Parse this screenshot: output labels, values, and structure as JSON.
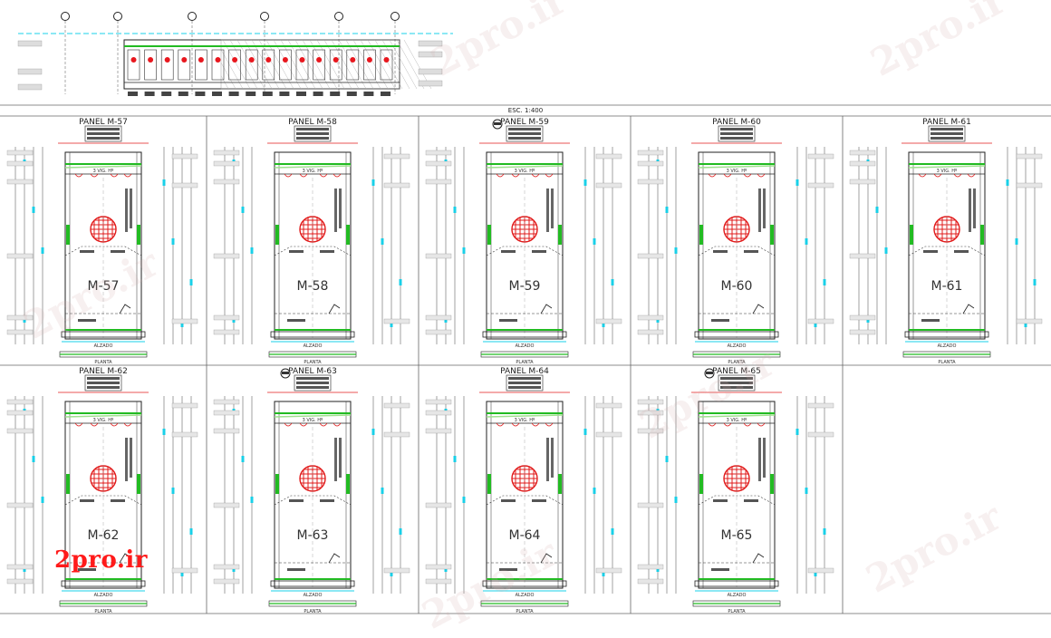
{
  "scale_label": "ESC. 1:400",
  "watermark": "2pro.ir",
  "colors": {
    "line": "#333333",
    "accent_red": "#e8171e",
    "green": "#22bb22",
    "cyan": "#19d0e8",
    "grid_red": "#e11b1b",
    "lightgreen": "#9fe08f"
  },
  "panels": [
    {
      "title": "PANEL M-57",
      "label": "M-57",
      "alzado": "ALZADO",
      "planta": "PLANTA"
    },
    {
      "title": "PANEL M-58",
      "label": "M-58",
      "alzado": "ALZADO",
      "planta": "PLANTA"
    },
    {
      "title": "PANEL M-59",
      "label": "M-59",
      "alzado": "ALZADO",
      "planta": "PLANTA"
    },
    {
      "title": "PANEL M-60",
      "label": "M-60",
      "alzado": "ALZADO",
      "planta": "PLANTA"
    },
    {
      "title": "PANEL M-61",
      "label": "M-61",
      "alzado": "ALZADO",
      "planta": "PLANTA"
    },
    {
      "title": "PANEL M-62",
      "label": "M-62",
      "alzado": "ALZADO",
      "planta": "PLANTA"
    },
    {
      "title": "PANEL M-63",
      "label": "M-63",
      "alzado": "ALZADO",
      "planta": "PLANTA"
    },
    {
      "title": "PANEL M-64",
      "label": "M-64",
      "alzado": "ALZADO",
      "planta": "PLANTA"
    },
    {
      "title": "PANEL M-65",
      "label": "M-65",
      "alzado": "ALZADO",
      "planta": "PLANTA"
    }
  ],
  "dim_label": "3 VIG. Hº"
}
